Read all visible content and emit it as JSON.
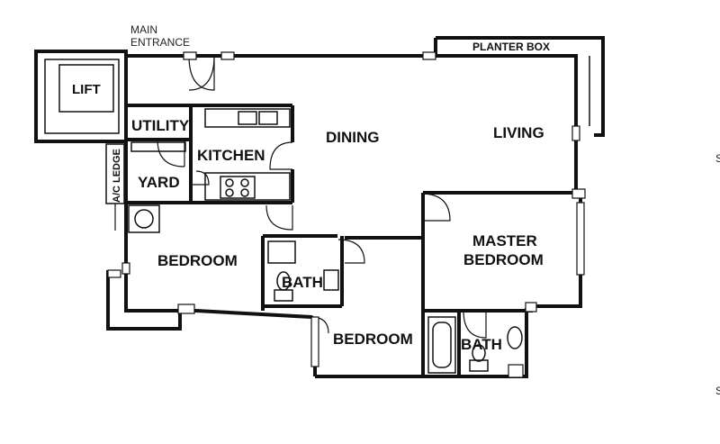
{
  "labels": {
    "main_entrance_line1": "MAIN",
    "main_entrance_line2": "ENTRANCE",
    "planter_box": "PLANTER BOX",
    "lift": "LIFT",
    "utility": "UTILITY",
    "kitchen": "KITCHEN",
    "dining": "DINING",
    "living": "LIVING",
    "ac_ledge": "A/C LEDGE",
    "yard": "YARD",
    "bedroom_1": "BEDROOM",
    "bath_1": "BATH",
    "master_line1": "MASTER",
    "master_line2": "BEDROOM",
    "bedroom_2": "BEDROOM",
    "bath_2": "BATH"
  },
  "colors": {
    "ink": "#111111",
    "background": "#ffffff"
  }
}
